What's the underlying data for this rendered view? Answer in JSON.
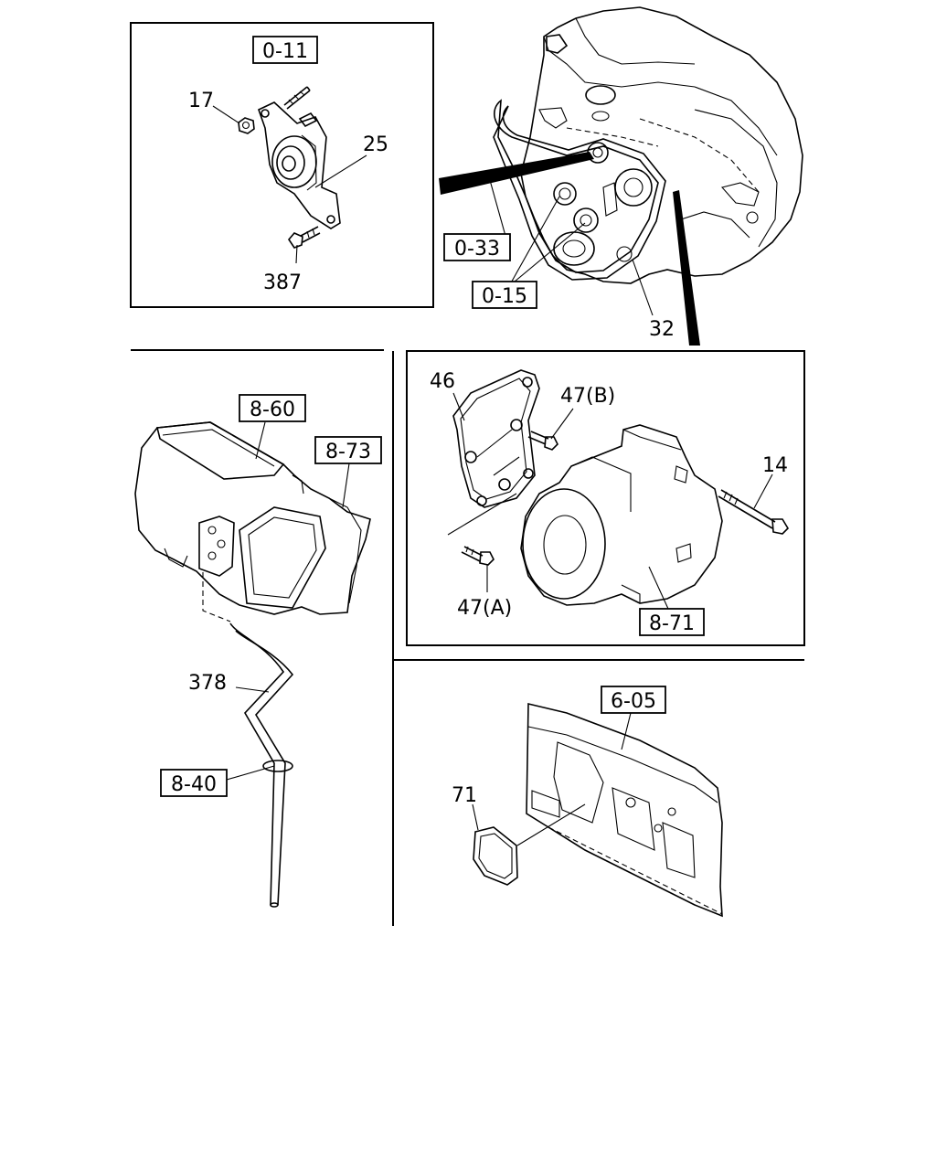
{
  "refs": {
    "r0_11": "0-11",
    "r0_33": "0-33",
    "r0_15": "0-15",
    "r8_60": "8-60",
    "r8_73": "8-73",
    "r8_40": "8-40",
    "r8_71": "8-71",
    "r6_05": "6-05"
  },
  "parts": {
    "p17": "17",
    "p25": "25",
    "p387": "387",
    "p32": "32",
    "p46": "46",
    "p47b": "47(B)",
    "p47a": "47(A)",
    "p14": "14",
    "p378": "378",
    "p71": "71"
  }
}
